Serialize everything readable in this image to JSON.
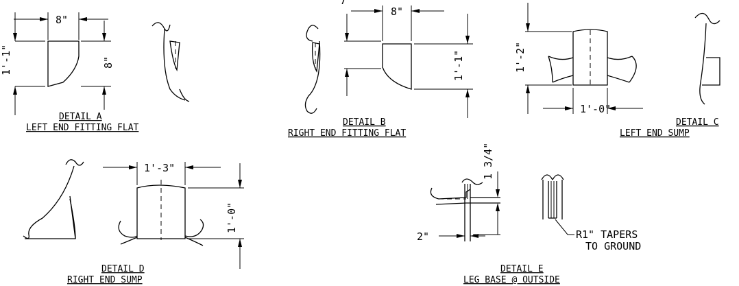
{
  "details": {
    "a": {
      "title": "DETAIL A",
      "subtitle": "LEFT END FITTING FLAT",
      "dim_width": "8\"",
      "dim_height": "1'-1\"",
      "dim_side": "8\""
    },
    "b": {
      "title": "DETAIL B",
      "subtitle": "RIGHT END FITTING FLAT",
      "dim_width": "8\"",
      "dim_height": "1'-1\""
    },
    "c": {
      "title": "DETAIL C",
      "subtitle": "LEFT END SUMP",
      "dim_width": "1'-0\"",
      "dim_height": "1'-2\""
    },
    "d": {
      "title": "DETAIL D",
      "subtitle": "RIGHT END SUMP",
      "dim_width": "1'-3\"",
      "dim_height": "1'-0\""
    },
    "e": {
      "title": "DETAIL E",
      "subtitle": "LEG BASE @ OUTSIDE",
      "dim_vertical": "1 3/4\"",
      "dim_left": "2\"",
      "note_line1": "R1\" TAPERS",
      "note_line2": "TO GROUND"
    }
  }
}
